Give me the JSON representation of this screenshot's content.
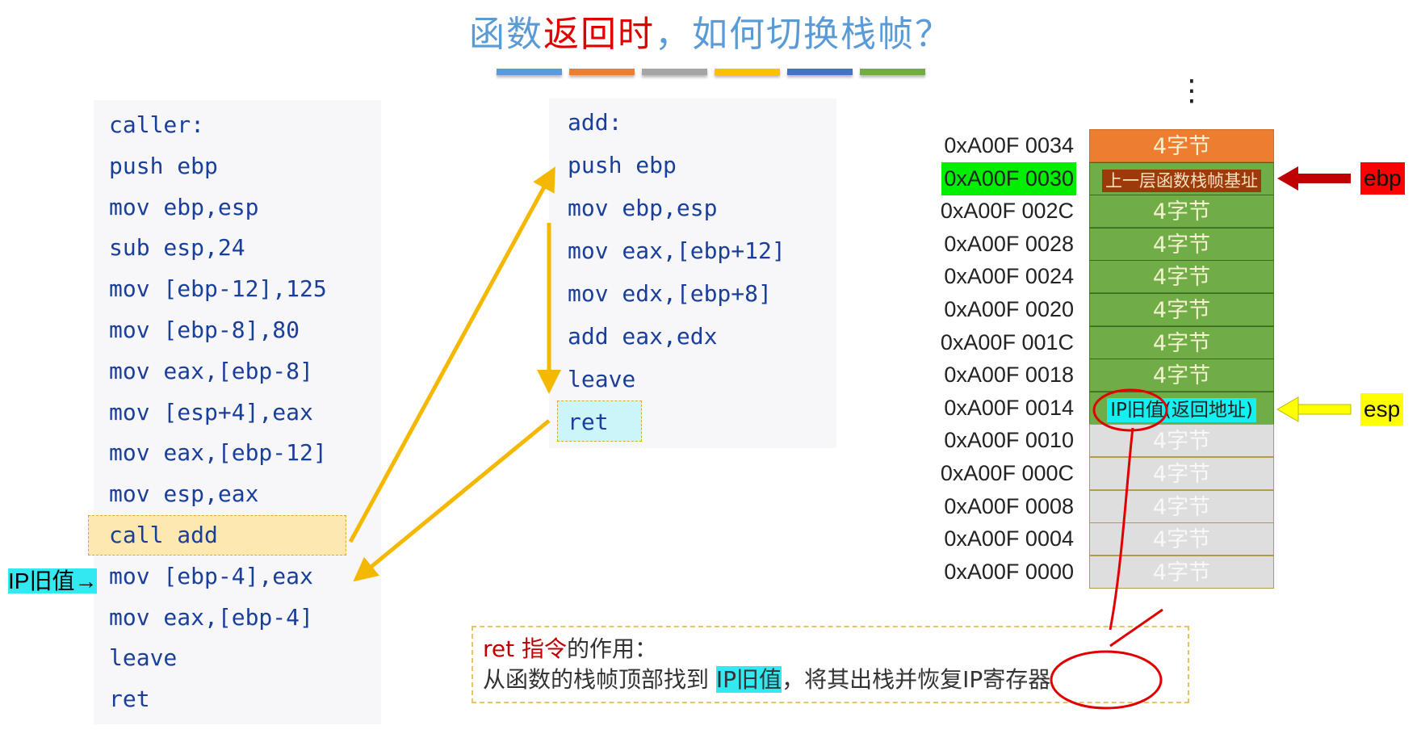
{
  "title": {
    "part1": "函数",
    "part2": "返回时",
    "part3": "，如何切换栈帧？"
  },
  "color_bars": [
    "#5b9bd5",
    "#ed7d31",
    "#a5a5a5",
    "#ffc000",
    "#4472c4",
    "#70ad47"
  ],
  "caller": {
    "label": "caller:",
    "lines": [
      "push ebp",
      "mov ebp,esp",
      "sub esp,24",
      "mov [ebp-12],125",
      "mov [ebp-8],80",
      "mov eax,[ebp-8]",
      "mov [esp+4],eax",
      "mov eax,[ebp-12]",
      "mov esp,eax",
      "call add",
      "mov [ebp-4],eax",
      "mov eax,[ebp-4]",
      "leave",
      "ret"
    ],
    "ip_marker": "IP旧值→"
  },
  "callee": {
    "label": "add:",
    "lines": [
      "push ebp",
      "mov ebp,esp",
      "mov eax,[ebp+12]",
      "mov edx,[ebp+8]",
      "add eax,edx",
      "leave",
      "ret"
    ]
  },
  "stack": {
    "ellipsis": "⋮",
    "rows": [
      {
        "addr": "0xA00F 0034",
        "cell": "4字节",
        "kind": "orange"
      },
      {
        "addr": "0xA00F 0030",
        "cell": "上一层函数栈帧基址",
        "kind": "green"
      },
      {
        "addr": "0xA00F 002C",
        "cell": "4字节",
        "kind": "green"
      },
      {
        "addr": "0xA00F 0028",
        "cell": "4字节",
        "kind": "green"
      },
      {
        "addr": "0xA00F 0024",
        "cell": "4字节",
        "kind": "green"
      },
      {
        "addr": "0xA00F 0020",
        "cell": "4字节",
        "kind": "green"
      },
      {
        "addr": "0xA00F 001C",
        "cell": "4字节",
        "kind": "green"
      },
      {
        "addr": "0xA00F 0018",
        "cell": "4字节",
        "kind": "green"
      },
      {
        "addr": "0xA00F 0014",
        "cell": "IP旧值(返回地址)",
        "kind": "green"
      },
      {
        "addr": "0xA00F 0010",
        "cell": "4字节",
        "kind": "grey"
      },
      {
        "addr": "0xA00F 000C",
        "cell": "4字节",
        "kind": "grey"
      },
      {
        "addr": "0xA00F 0008",
        "cell": "4字节",
        "kind": "grey"
      },
      {
        "addr": "0xA00F 0004",
        "cell": "4字节",
        "kind": "grey"
      },
      {
        "addr": "0xA00F 0000",
        "cell": "4字节",
        "kind": "grey"
      }
    ],
    "ebp_label": "ebp",
    "esp_label": "esp"
  },
  "note": {
    "red": "ret 指令",
    "line1_rest": "的作用：",
    "line2_a": "从函数的栈帧顶部找到 ",
    "line2_hl": "IP旧值",
    "line2_b": "，将其出栈并恢复IP寄存器"
  }
}
